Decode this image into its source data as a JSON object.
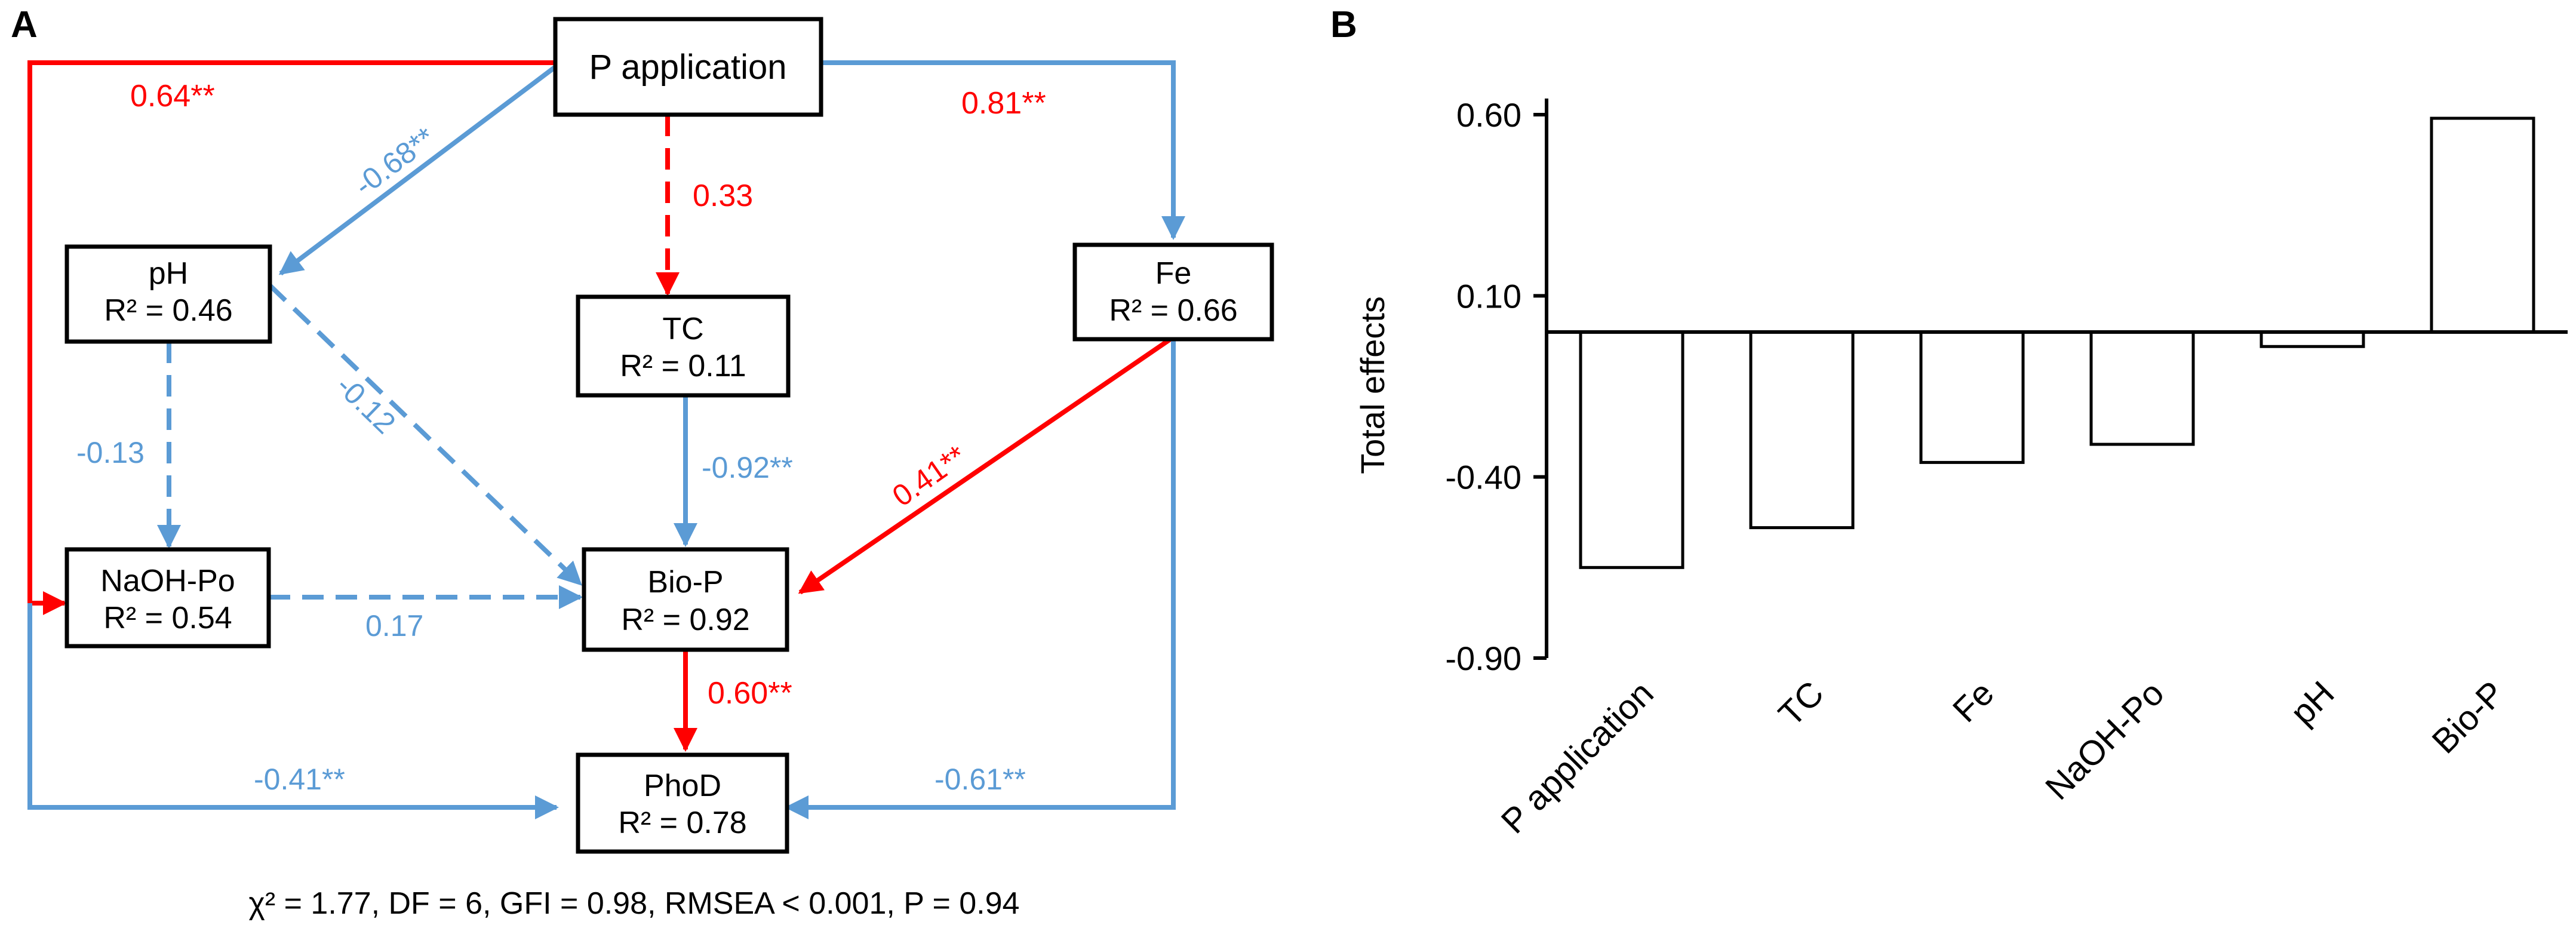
{
  "panel_a": {
    "label": "A",
    "nodes": {
      "p_application": {
        "name": "P application",
        "r2": ""
      },
      "ph": {
        "name": "pH",
        "r2": "R² = 0.46"
      },
      "tc": {
        "name": "TC",
        "r2": "R² = 0.11"
      },
      "fe": {
        "name": "Fe",
        "r2": "R² = 0.66"
      },
      "naoh_po": {
        "name": "NaOH-Po",
        "r2": "R² = 0.54"
      },
      "bio_p": {
        "name": "Bio-P",
        "r2": "R² = 0.92"
      },
      "phod": {
        "name": "PhoD",
        "r2": "R² = 0.78"
      }
    },
    "paths": {
      "p_to_naoh": {
        "label": "0.64**",
        "color": "#ff0000",
        "dashed": false
      },
      "p_to_ph": {
        "label": "-0.68**",
        "color": "#5b9bd5",
        "dashed": false
      },
      "p_to_tc": {
        "label": "0.33",
        "color": "#ff0000",
        "dashed": true
      },
      "p_to_fe": {
        "label": "0.81**",
        "color": "#5b9bd5",
        "dashed": false
      },
      "ph_to_naoh": {
        "label": "-0.13",
        "color": "#5b9bd5",
        "dashed": true
      },
      "ph_to_biop": {
        "label": "-0.12",
        "color": "#5b9bd5",
        "dashed": true
      },
      "tc_to_biop": {
        "label": "-0.92**",
        "color": "#5b9bd5",
        "dashed": false
      },
      "fe_to_biop": {
        "label": "0.41**",
        "color": "#ff0000",
        "dashed": false
      },
      "naoh_to_biop": {
        "label": "0.17",
        "color": "#5b9bd5",
        "dashed": true
      },
      "biop_to_phod": {
        "label": "0.60**",
        "color": "#ff0000",
        "dashed": false
      },
      "p_to_phod": {
        "label": "-0.41**",
        "color": "#5b9bd5",
        "dashed": false
      },
      "fe_to_phod": {
        "label": "-0.61**",
        "color": "#5b9bd5",
        "dashed": false
      }
    },
    "fit_stats": "χ² = 1.77, DF = 6, GFI = 0.98, RMSEA < 0.001, P = 0.94"
  },
  "panel_b": {
    "label": "B",
    "chart_data": {
      "type": "bar",
      "categories": [
        "P application",
        "TC",
        "Fe",
        "NaOH-Po",
        "pH",
        "Bio-P"
      ],
      "values": [
        -0.65,
        -0.54,
        -0.36,
        -0.31,
        -0.04,
        0.59
      ],
      "ylabel": "Total effects",
      "yticks": [
        "0.60",
        "0.10",
        "-0.40",
        "-0.90"
      ],
      "ylim": [
        -0.9,
        0.7
      ],
      "baseline": 0.0,
      "bar_fill": "#ffffff",
      "bar_stroke": "#000000"
    }
  }
}
